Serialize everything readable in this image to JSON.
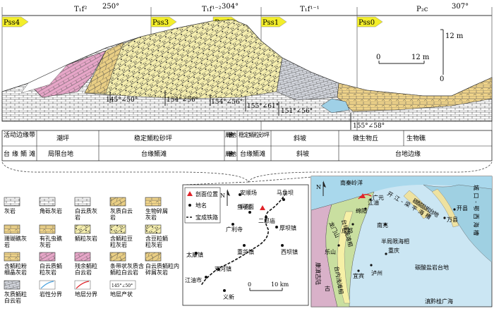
{
  "profile": {
    "formations": [
      {
        "label": "T₁f²",
        "bearing": "250°"
      },
      {
        "label": "T₁f¹⁻²",
        "bearing": "304°"
      },
      {
        "label": "T₁f¹⁻¹",
        "bearing": ""
      },
      {
        "label": "P₂c",
        "bearing": "307°"
      }
    ],
    "sections": [
      "Pss4",
      "Pss3",
      "Pss2",
      "Pss1",
      "Pss0"
    ],
    "scale_vertical": "12 m",
    "scale_horizontal_zero": "0",
    "scale_horizontal": "12 m",
    "scale_vertical_zero": "0",
    "attitudes": [
      "145°∠50°",
      "154°∠56°",
      "154°∠56°",
      "155°∠61°",
      "151°∠56°",
      "155°∠58°"
    ]
  },
  "facies_table": {
    "microfacies": [
      "活动边缘带",
      "潮坪",
      "稳定鲕粒砂坪",
      "局限台地",
      "稳定鲕粒砂坪",
      "斜坡",
      "微生物丘",
      "生物礁"
    ],
    "subfacies": [
      "台缘鲕滩",
      "局限台地",
      "台缘鲕滩",
      "局限台地",
      "台缘鲕滩",
      "斜坡",
      "台地边缘"
    ]
  },
  "legend": [
    "灰岩",
    "角砾灰岩",
    "白云质灰岩",
    "灰质白云岩",
    "生物碎屑灰岩",
    "珊瑚礁灰岩",
    "有孔虫礁灰岩",
    "鲕粒灰岩",
    "含鲕粒豆粒灰岩",
    "含豆粒鲕粒灰岩",
    "含鲕粒粉细晶灰岩",
    "白云质鲕粒灰岩",
    "残余鲕粒白云岩",
    "条带状灰质含鲕粒白云岩",
    "白云质鲕粒内碎屑灰岩",
    "灰质鲕粒白云岩",
    "岩性分界",
    "地层分界",
    "地层产状"
  ],
  "legend_attitude_sample": "145°∠50°",
  "location_map": {
    "north": "N",
    "legend": [
      "剖面位置",
      "地名",
      "宝成铁路"
    ],
    "places": [
      "安顺场",
      "马角坝",
      "鱼洞子剖面",
      "二郎庙",
      "广利寺",
      "厚坝镇",
      "重华镇",
      "西坝镇",
      "太康镇",
      "双河镇",
      "江油市",
      "义新"
    ],
    "scale_zero": "0",
    "scale": "10 km"
  },
  "regional_map": {
    "north": "N",
    "places": [
      "南秦岭洋",
      "广元",
      "开江-梁平海槽",
      "城口-鄂西海槽",
      "绵阳",
      "南充",
      "半局限海相",
      "碳酸盐岩台地",
      "碳酸盐岩台地",
      "成都",
      "乐山",
      "重庆",
      "泸州",
      "宜宾",
      "开县",
      "万县",
      "康滇古陆",
      "滇黔桂广海",
      "江油",
      "台缘浅滩相",
      "台内浅滩相",
      "龙门山",
      "古"
    ],
    "colors": {
      "land": "#d9b1c9",
      "platform": "#cbe6f3",
      "shelf": "#c9dfa0",
      "shoal": "#f6f0a6",
      "trough": "#9fd0e2",
      "slope": "#eee2a0"
    }
  }
}
